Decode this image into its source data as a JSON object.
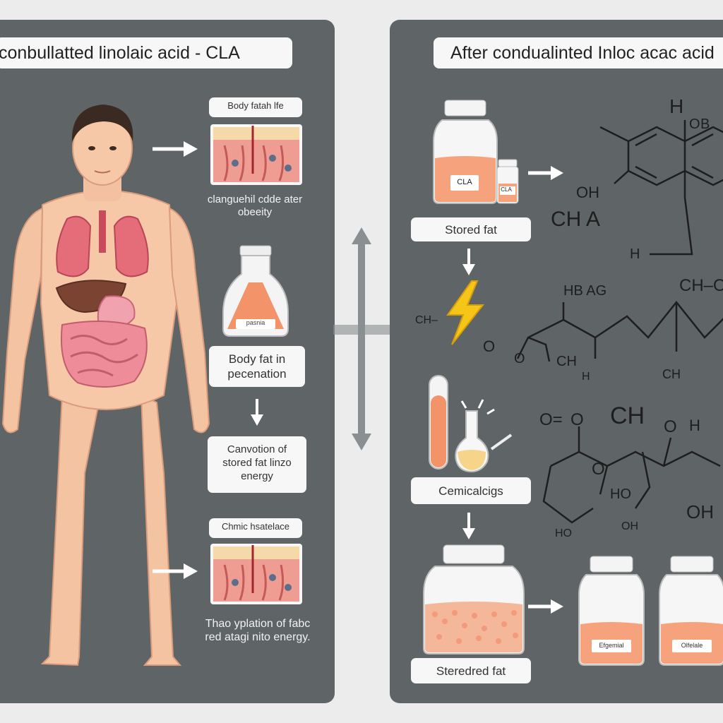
{
  "left_panel": {
    "title": "conbullatted linolaic acid - CLA",
    "card1_label": "Body fatah lfe",
    "card1_caption": "clanguehil cdde ater obeeity",
    "bottle_label": "pasnia",
    "box_fat_label": "Body fat in pecenation",
    "box_conversion_label": "Canvotion of stored fat linzo energy",
    "card2_label": "Chmic hsatelace",
    "card2_caption": "Thao yplation of fabc red atagi nito energy."
  },
  "right_panel": {
    "title": "After condualinted Inloc acac acid",
    "bottle_cla_label": "CLA",
    "bottle_small_label": "CLA",
    "stored_fat_label": "Stored fat",
    "chemicals_label": "Cemicalcigs",
    "stereo_fat_label": "Steredred fat",
    "bottle_a_label": "Efgemial",
    "bottle_b_label": "Olfelale"
  },
  "chem_labels": {
    "h_top": "H",
    "o_top": "O",
    "b_top": "B",
    "oh_1": "OH",
    "ch_a": "CH A",
    "h_1": "H",
    "ch_o_top": "CH–O",
    "hb_ag": "HB AG",
    "ch_left": "CH–",
    "oq": "O",
    "ch_mid": "CH",
    "o_ring": "O",
    "ch_bottom": "CH",
    "h_small": "H",
    "o_eq": "O=",
    "o_r1": "O",
    "o_r2": "O",
    "o_r3": "O",
    "h_r": "H",
    "ho_1": "HO",
    "oh_2": "OH",
    "ho_2": "HO",
    "oh_3": "OH"
  }
}
